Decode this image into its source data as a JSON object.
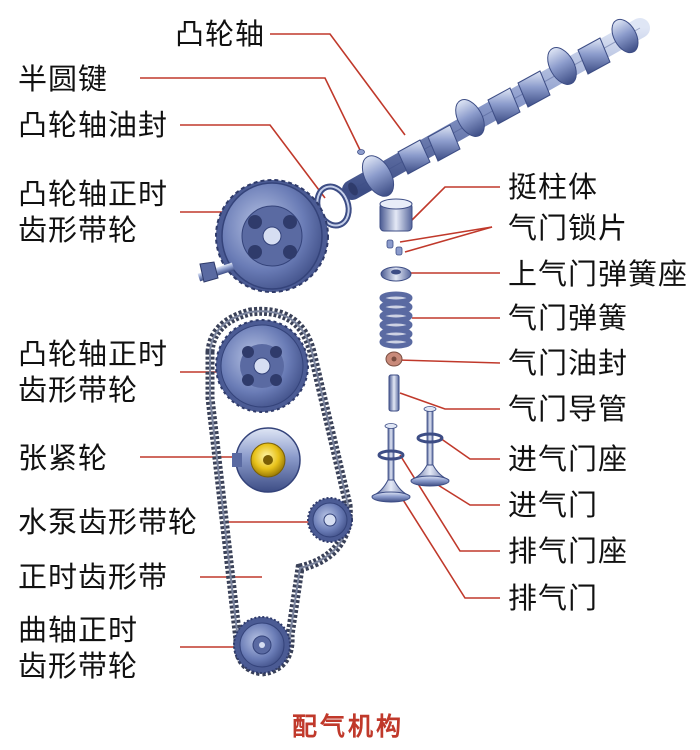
{
  "title": "配气机构",
  "colors": {
    "leader": "#c0392b",
    "caption": "#c0392b",
    "metal": "#7d8fbf",
    "metal_dark": "#3f4f86",
    "belt": "#3a4158",
    "tensioner_core": "#e8c21a",
    "valve_seal": "#c98a7a"
  },
  "labels": {
    "camshaft": "凸轮轴",
    "half_round_key": "半圆键",
    "camshaft_oil_seal": "凸轮轴油封",
    "camshaft_timing_pulley_top_line1": "凸轮轴正时",
    "camshaft_timing_pulley_top_line2": "齿形带轮",
    "camshaft_timing_pulley_mid_line1": "凸轮轴正时",
    "camshaft_timing_pulley_mid_line2": "齿形带轮",
    "tensioner": "张紧轮",
    "water_pump_pulley": "水泵齿形带轮",
    "timing_belt": "正时齿形带",
    "crankshaft_pulley_line1": "曲轴正时",
    "crankshaft_pulley_line2": "齿形带轮",
    "tappet": "挺柱体",
    "valve_cotter": "气门锁片",
    "upper_spring_seat": "上气门弹簧座",
    "valve_spring": "气门弹簧",
    "valve_oil_seal": "气门油封",
    "valve_guide": "气门导管",
    "intake_valve_seat": "进气门座",
    "intake_valve": "进气门",
    "exhaust_valve_seat": "排气门座",
    "exhaust_valve": "排气门"
  }
}
